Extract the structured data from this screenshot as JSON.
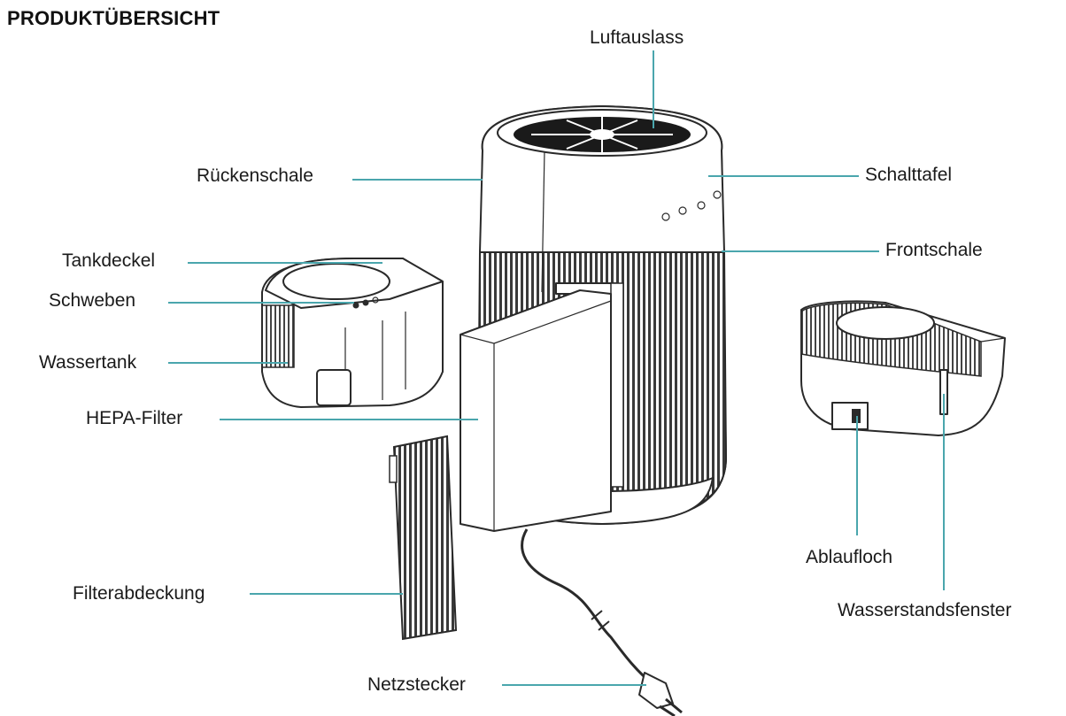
{
  "title": "PRODUKTÜBERSICHT",
  "labels": {
    "luftauslass": "Luftauslass",
    "rueckenschale": "Rückenschale",
    "schalttafel": "Schalttafel",
    "tankdeckel": "Tankdeckel",
    "frontschale": "Frontschale",
    "schweben": "Schweben",
    "wassertank": "Wassertank",
    "hepa_filter": "HEPA-Filter",
    "ablaufloch": "Ablaufloch",
    "filterabdeckung": "Filterabdeckung",
    "wasserstandsfenster": "Wasserstandsfenster",
    "netzstecker": "Netzstecker"
  },
  "colors": {
    "leader_line": "#4aa6ad",
    "outline": "#2a2a2a",
    "text": "#1a1a1a"
  }
}
